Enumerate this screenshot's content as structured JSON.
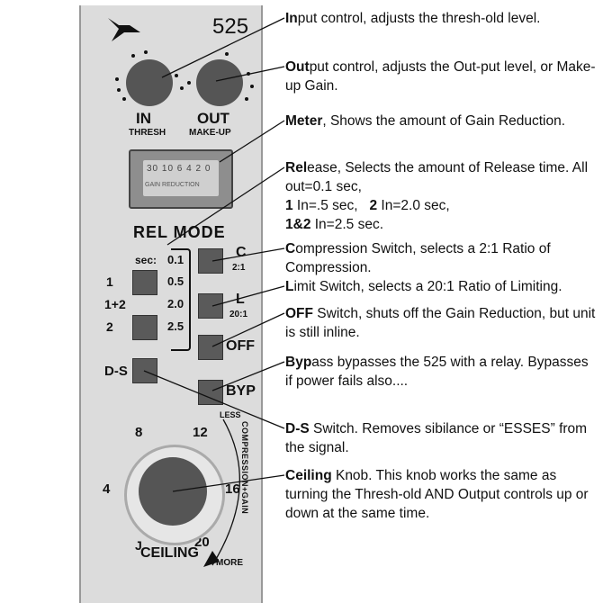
{
  "panel": {
    "model": "525",
    "in_label": "IN",
    "in_sub": "THRESH",
    "out_label": "OUT",
    "out_sub": "MAKE-UP",
    "meter_scale": "30 10 6 4 2 0",
    "meter_caption": "GAIN REDUCTION",
    "rel_mode": "REL MODE",
    "sec_label": "sec:",
    "release_values": [
      "0.1",
      "0.5",
      "2.0",
      "2.5"
    ],
    "btn1": "1",
    "btn12": "1+2",
    "btn2": "2",
    "c_label": "C",
    "c_ratio": "2:1",
    "l_label": "L",
    "l_ratio": "20:1",
    "off_label": "OFF",
    "ds_label": "D-S",
    "byp_label": "BYP",
    "dial_numbers": [
      "4",
      "8",
      "12",
      "16",
      "20"
    ],
    "less": "LESS",
    "comp_gain": "COMPRESSION+GAIN",
    "more": "MORE",
    "ceiling": "CEILING"
  },
  "descriptions": [
    {
      "bold": "In",
      "rest": "put control, adjusts the thresh-old level."
    },
    {
      "bold": "Out",
      "rest": "put control, adjusts the Out-put level, or Make-up Gain."
    },
    {
      "bold": "Meter",
      "rest": ", Shows the amount of Gain Reduction."
    },
    {
      "bold": "Rel",
      "rest": "ease, Selects the amount of Release time.  All out=0.1 sec,",
      "l2a": "1",
      "l2b": " In=.5 sec,   ",
      "l2c": "2",
      "l2d": " In=2.0 sec,",
      "l3a": "1&2",
      "l3b": " In=2.5 sec."
    },
    {
      "bold": "C",
      "rest": "ompression Switch, selects a 2:1 Ratio of Compression."
    },
    {
      "bold": "L",
      "rest": "imit Switch, selects a 20:1 Ratio of Limiting."
    },
    {
      "bold": "OFF",
      "rest": " Switch, shuts off the Gain Reduction, but unit is still inline."
    },
    {
      "bold": "Byp",
      "rest": "ass bypasses the 525 with a relay.  Bypasses if power fails also...."
    },
    {
      "bold": "D-S",
      "rest": " Switch.  Removes sibilance or “ESSES” from the signal."
    },
    {
      "bold": "Ceiling",
      "rest": " Knob.  This knob works the same as turning the Thresh-old AND Output controls up or down at the same time."
    }
  ]
}
